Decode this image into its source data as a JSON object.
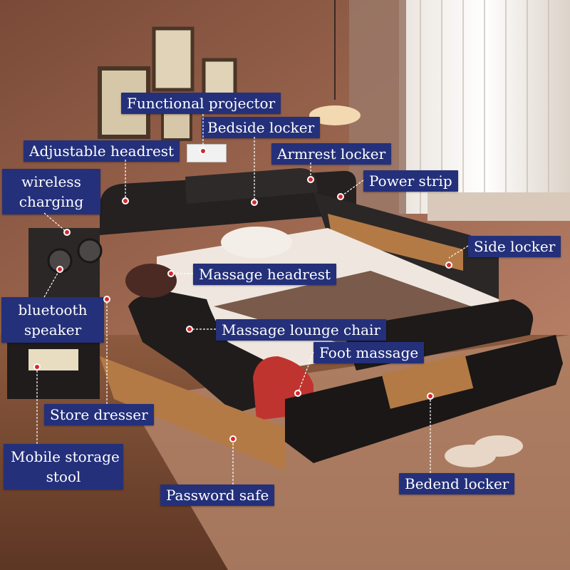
{
  "labels": {
    "functional_projector": "Functional projector",
    "bedside_locker": "Bedside locker",
    "adjustable_headrest": "Adjustable headrest",
    "armrest_locker": "Armrest locker",
    "wireless_charging_line1": "wireless",
    "wireless_charging_line2": "charging",
    "power_strip": "Power strip",
    "side_locker": "Side locker",
    "massage_headrest": "Massage headrest",
    "bluetooth_speaker_line1": "bluetooth",
    "bluetooth_speaker_line2": "speaker",
    "massage_lounge_chair": "Massage lounge chair",
    "foot_massage": "Foot massage",
    "store_dresser": "Store dresser",
    "mobile_storage_stool_line1": "Mobile storage",
    "mobile_storage_stool_line2": "stool",
    "bedend_locker": "Bedend locker",
    "password_safe": "Password safe"
  },
  "colors": {
    "label_bg": "#24307a",
    "marker": "#d8262c",
    "wall": "#8e5c47",
    "bed_leather": "#262323",
    "wood": "#b47a45"
  }
}
